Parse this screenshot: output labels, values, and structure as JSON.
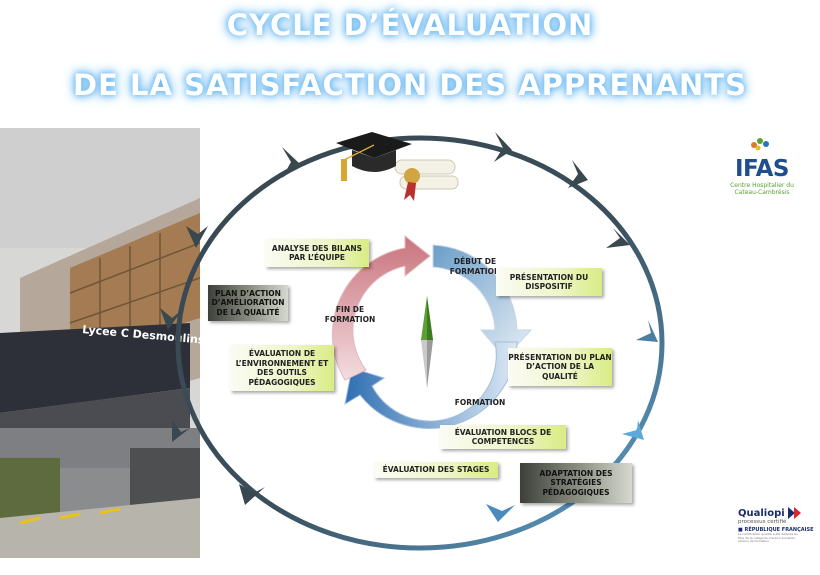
{
  "title": {
    "line1": "CYCLE D’ÉVALUATION",
    "line2": "DE LA SATISFACTION DES APPRENANTS"
  },
  "photo": {
    "sign": "Lycee C Desmoulins"
  },
  "logos": {
    "ifas": "IFAS",
    "ifas_sub1": "Centre Hospitalier du",
    "ifas_sub2": "Cateau-Cambrésis",
    "qualiopi": "Qualiopi",
    "qualiopi_sub": "processus certifié",
    "republique": "■ RÉPUBLIQUE FRANÇAISE",
    "fine1": "La certification qualité a été délivrée au",
    "fine2": "titre de la catégorie d’action suivante :",
    "fine3": "actions de formation"
  },
  "inner": {
    "debut": "DÉBUT DE FORMATION",
    "fin": "FIN DE FORMATION",
    "formation": "FORMATION"
  },
  "boxes": {
    "analyse": "ANALYSE DES BILANS PAR L’ÉQUIPE",
    "presentation_dispositif": "PRÉSENTATION DU DISPOSITIF",
    "plan_amelioration": "PLAN D’ACTION D’AMÉLIORATION DE LA QUALITÉ",
    "presentation_plan": "PRÉSENTATION DU PLAN D’ACTION DE LA QUALITÉ",
    "evaluation_env": "ÉVALUATION DE L’ENVIRONNEMENT ET DES OUTILS PÉDAGOGIQUES",
    "evaluation_blocs": "ÉVALUATION BLOCS DE COMPETENCES",
    "evaluation_stages": "ÉVALUATION DES STAGES",
    "adaptation": "ADAPTATION DES STRATÉGIES PÉDAGOGIQUES"
  },
  "colors": {
    "title_glow": "#6ab8f0",
    "outer_ring_dark": "#39474f",
    "outer_ring_blue": "#5ea9d9",
    "inner_red": "#c9737d",
    "inner_blue": "#3e7fbf",
    "box_green": "#d9ec84",
    "box_dark": "#3d3f3a"
  }
}
